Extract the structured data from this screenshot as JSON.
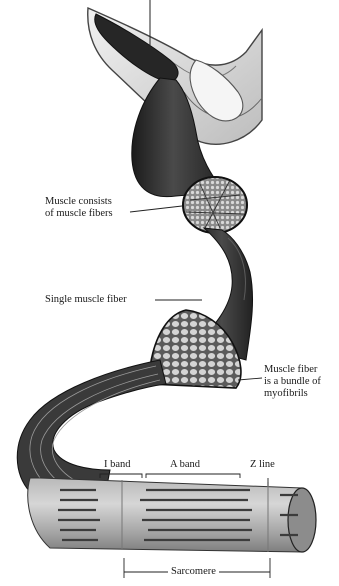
{
  "labels": {
    "muscle_line1": "Muscle consists",
    "muscle_line2": "of muscle fibers",
    "single_fiber": "Single muscle fiber",
    "bundle_line1": "Muscle fiber",
    "bundle_line2": "is a bundle of",
    "bundle_line3": "myofibrils",
    "i_band": "I band",
    "a_band": "A band",
    "z_line": "Z line",
    "sarcomere": "Sarcomere"
  }
}
